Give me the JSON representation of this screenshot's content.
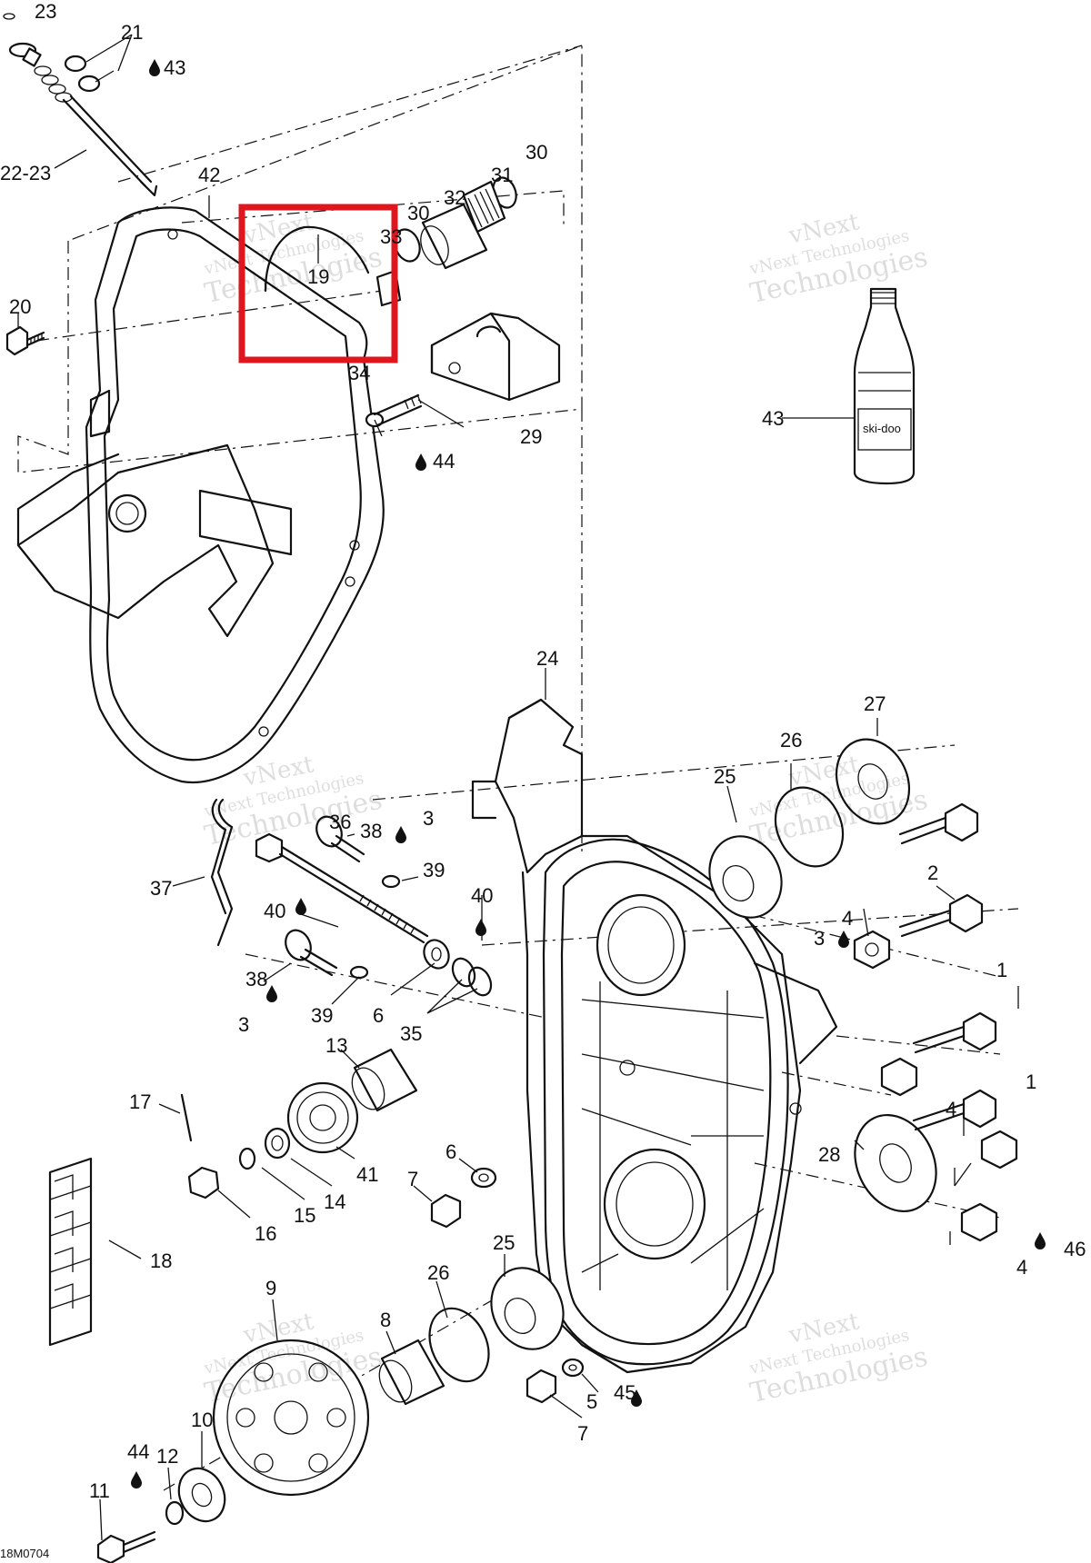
{
  "drawing_id": "18M0704",
  "watermark": [
    "vNext",
    "Technologies"
  ],
  "highlight_color": "#e0161e",
  "bottle_brand": "ski-doo",
  "callouts": {
    "c1a": "1",
    "c1b": "1",
    "c2": "2",
    "c3a": "3",
    "c3b": "3",
    "c3c": "3",
    "c4a": "4",
    "c4b": "4",
    "c4c": "4",
    "c5": "5",
    "c6a": "6",
    "c6b": "6",
    "c7a": "7",
    "c7b": "7",
    "c8": "8",
    "c9": "9",
    "c10": "10",
    "c11": "11",
    "c12": "12",
    "c13": "13",
    "c14": "14",
    "c15": "15",
    "c16": "16",
    "c17": "17",
    "c18": "18",
    "c19": "19",
    "c20": "20",
    "c21": "21",
    "c22": "22-23",
    "c23": "23",
    "c24": "24",
    "c25a": "25",
    "c25b": "25",
    "c26a": "26",
    "c26b": "26",
    "c27": "27",
    "c28": "28",
    "c29": "29",
    "c30a": "30",
    "c30b": "30",
    "c31": "31",
    "c32": "32",
    "c33": "33",
    "c34": "34",
    "c35": "35",
    "c36": "36",
    "c37": "37",
    "c38a": "38",
    "c38b": "38",
    "c39a": "39",
    "c39b": "39",
    "c40a": "40",
    "c40b": "40",
    "c41": "41",
    "c42": "42",
    "c43a": "43",
    "c43b": "43",
    "c44a": "44",
    "c44b": "44",
    "c45": "45",
    "c46": "46"
  }
}
